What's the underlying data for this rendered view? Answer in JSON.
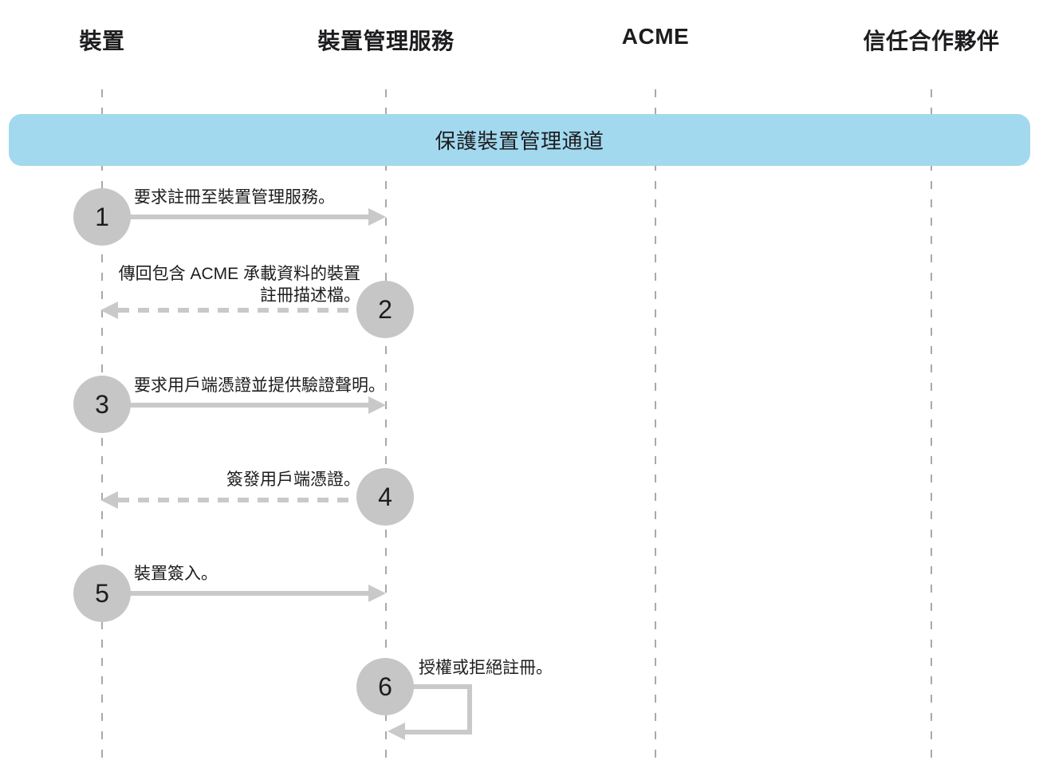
{
  "actors": [
    {
      "id": "device",
      "label": "裝置"
    },
    {
      "id": "mdm",
      "label": "裝置管理服務"
    },
    {
      "id": "acme",
      "label": "ACME"
    },
    {
      "id": "partner",
      "label": "信任合作夥伴"
    }
  ],
  "banner": {
    "label": "保護裝置管理通道"
  },
  "steps": [
    {
      "num": "1",
      "label": "要求註冊至裝置管理服務。",
      "from": "device",
      "to": "mdm",
      "style": "solid"
    },
    {
      "num": "2",
      "label": "傳回包含 ACME 承載資料的裝置註冊描述檔。",
      "label_lines": [
        "傳回包含 ACME 承載資料的裝置",
        "註冊描述檔。"
      ],
      "from": "mdm",
      "to": "device",
      "style": "dashed"
    },
    {
      "num": "3",
      "label": "要求用戶端憑證並提供驗證聲明。",
      "from": "device",
      "to": "mdm",
      "style": "solid"
    },
    {
      "num": "4",
      "label": "簽發用戶端憑證。",
      "from": "mdm",
      "to": "device",
      "style": "dashed"
    },
    {
      "num": "5",
      "label": "裝置簽入。",
      "from": "device",
      "to": "mdm",
      "style": "solid"
    },
    {
      "num": "6",
      "label": "授權或拒絕註冊。",
      "from": "mdm",
      "to": "mdm",
      "style": "self-loop"
    }
  ],
  "colors": {
    "banner_bg": "#a2d9ef",
    "circle": "#c6c6c6",
    "arrow": "#c9c9c9",
    "lifeline": "#a9a9a9",
    "text": "#1d1d1f"
  }
}
